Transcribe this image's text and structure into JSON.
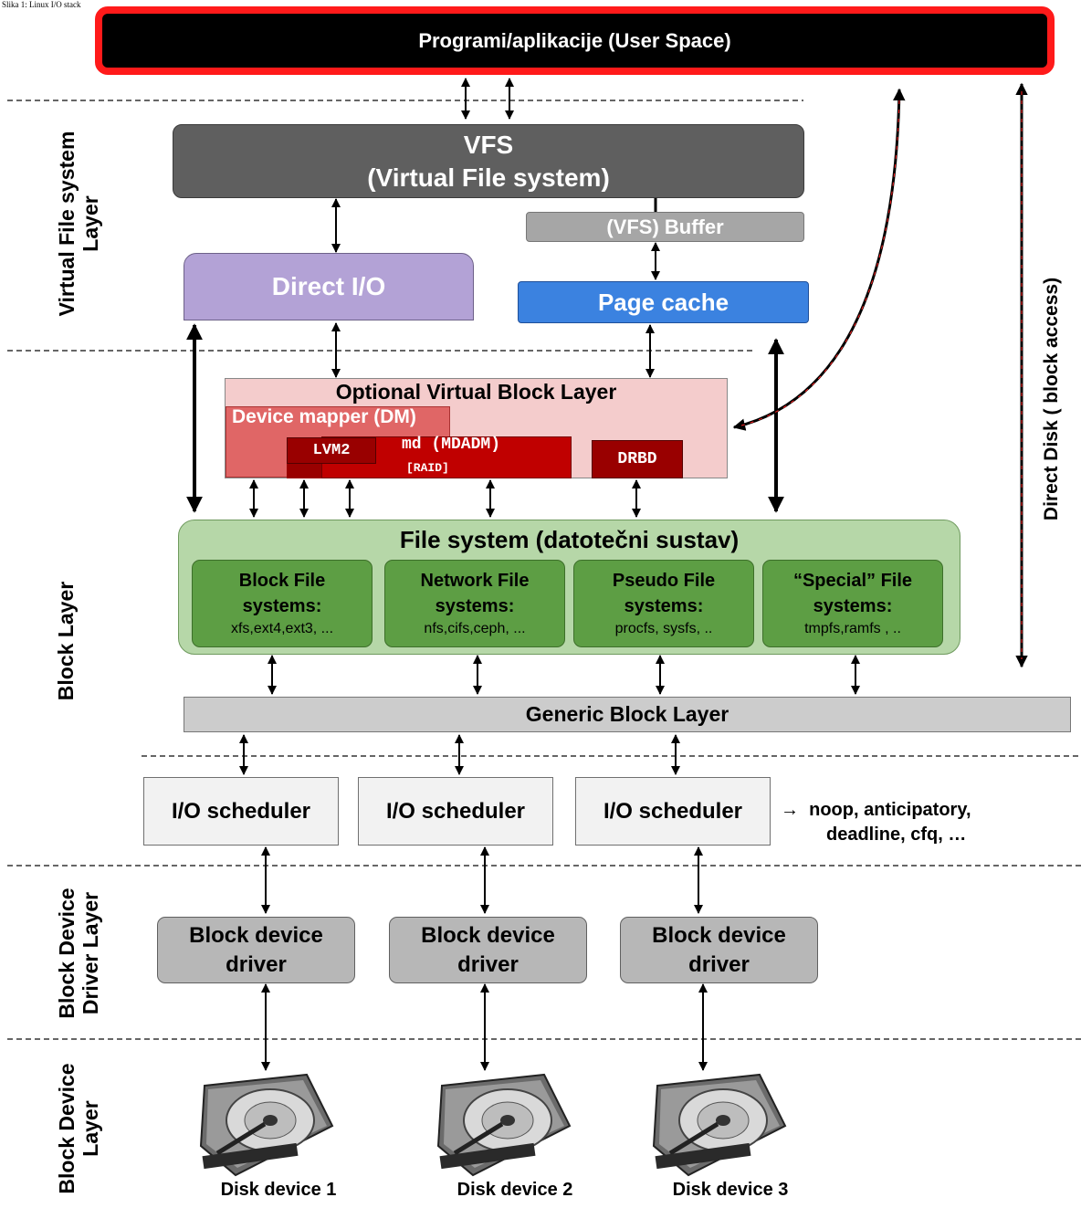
{
  "corner_caption": "Slika 1: Linux I/O stack",
  "user_space": {
    "label": "Programi/aplikacije (User Space)"
  },
  "layers": {
    "vfs": "Virtual File system\nLayer",
    "block": "Block Layer",
    "driver": "Block Device\nDriver Layer",
    "device": "Block Device\nLayer"
  },
  "vfs": {
    "line1": "VFS",
    "line2": "(Virtual File system)"
  },
  "vfs_buffer": "(VFS) Buffer",
  "direct_io": "Direct I/O",
  "page_cache": "Page cache",
  "optional_block": {
    "title": "Optional Virtual Block Layer",
    "device_mapper": "Device mapper (DM)",
    "lvm2": "LVM2",
    "md": "md (MDADM)",
    "raid": "[RAID]",
    "drbd": "DRBD"
  },
  "file_system": {
    "title": "File system (datotečni sustav)",
    "types": [
      {
        "line1": "Block File",
        "line2": "systems:",
        "examples": "xfs,ext4,ext3, ..."
      },
      {
        "line1": "Network File",
        "line2": "systems:",
        "examples": "nfs,cifs,ceph, ..."
      },
      {
        "line1": "Pseudo File",
        "line2": "systems:",
        "examples": "procfs, sysfs,  .."
      },
      {
        "line1": "“Special” File",
        "line2": "systems:",
        "examples": "tmpfs,ramfs ,  .."
      }
    ]
  },
  "generic_block": "Generic Block Layer",
  "schedulers": [
    "I/O scheduler",
    "I/O scheduler",
    "I/O scheduler"
  ],
  "scheduler_note": {
    "arrow": "→",
    "line1": "noop, anticipatory,",
    "line2": "deadline, cfq, …"
  },
  "drivers": [
    {
      "line1": "Block device",
      "line2": "driver"
    },
    {
      "line1": "Block device",
      "line2": "driver"
    },
    {
      "line1": "Block device",
      "line2": "driver"
    }
  ],
  "disks": [
    "Disk device 1",
    "Disk device 2",
    "Disk device 3"
  ],
  "direct_disk": "Direct Disk ( block access)",
  "colors": {
    "user_space_fill": "#000000",
    "user_space_border": "#ff1a1a",
    "vfs": "#5f5f5f",
    "direct_io": "#b3a2d6",
    "page_cache": "#3b82e0",
    "optional_block": "#f4cccc",
    "device_mapper": "#e06666",
    "md": "#c00000",
    "lvm_drbd": "#990000",
    "file_system": "#b6d7a8",
    "fs_type": "#5d9e44"
  }
}
